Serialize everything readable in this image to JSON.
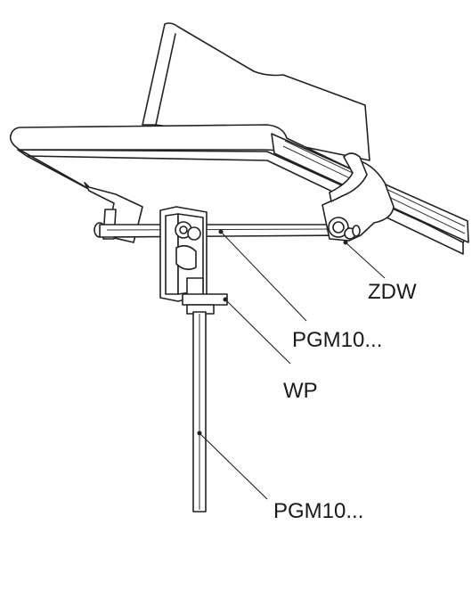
{
  "labels": {
    "zdw": "ZDW",
    "pgm_rod": "PGM10...",
    "wp": "WP",
    "pgm_hanger": "PGM10..."
  },
  "colors": {
    "line": "#222222",
    "background": "#ffffff"
  }
}
